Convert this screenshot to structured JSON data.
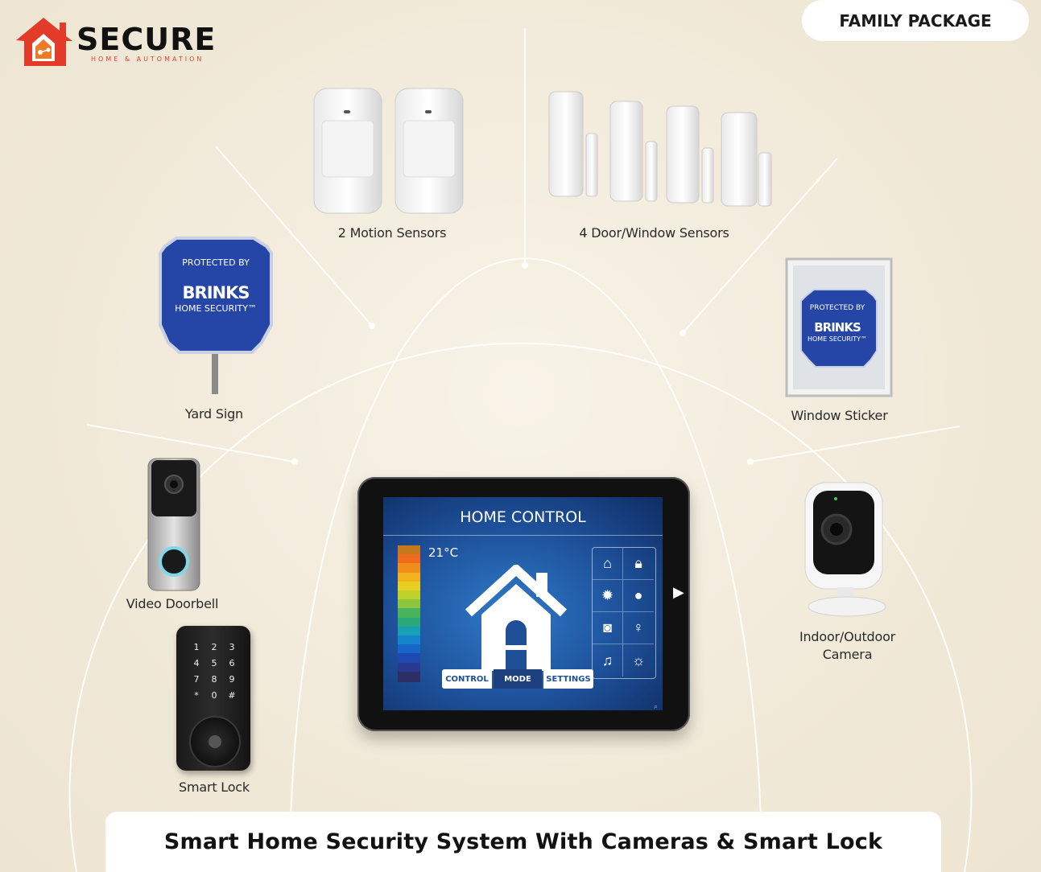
{
  "brand": {
    "name": "SECURE",
    "tagline": "HOME & AUTOMATION",
    "colors": {
      "house": "#e23b2a",
      "accent": "#f07a27",
      "wordmark": "#111111"
    }
  },
  "package_label": "FAMILY PACKAGE",
  "items": {
    "motion_sensors": "2 Motion Sensors",
    "door_window_sensors": "4 Door/Window Sensors",
    "yard_sign": "Yard Sign",
    "window_sticker": "Window Sticker",
    "video_doorbell": "Video Doorbell",
    "smart_lock": "Smart Lock",
    "camera_line1": "Indoor/Outdoor",
    "camera_line2": "Camera"
  },
  "sign": {
    "protected_by": "PROTECTED BY",
    "brand": "BRINKS",
    "sub": "HOME SECURITY™",
    "color": "#1f3fa0"
  },
  "tablet": {
    "title": "HOME CONTROL",
    "temperature": "21°C",
    "buttons": [
      "CONTROL",
      "MODE",
      "SETTINGS"
    ],
    "icons": [
      "home-icon",
      "lock-icon",
      "light-icon",
      "water-icon",
      "camera-icon",
      "temperature-icon",
      "music-icon",
      "settings-icon"
    ]
  },
  "keypad": [
    "1",
    "2",
    "3",
    "4",
    "5",
    "6",
    "7",
    "8",
    "9",
    "*",
    "0",
    "#"
  ],
  "footer_title": "Smart Home Security System With Cameras & Smart Lock"
}
